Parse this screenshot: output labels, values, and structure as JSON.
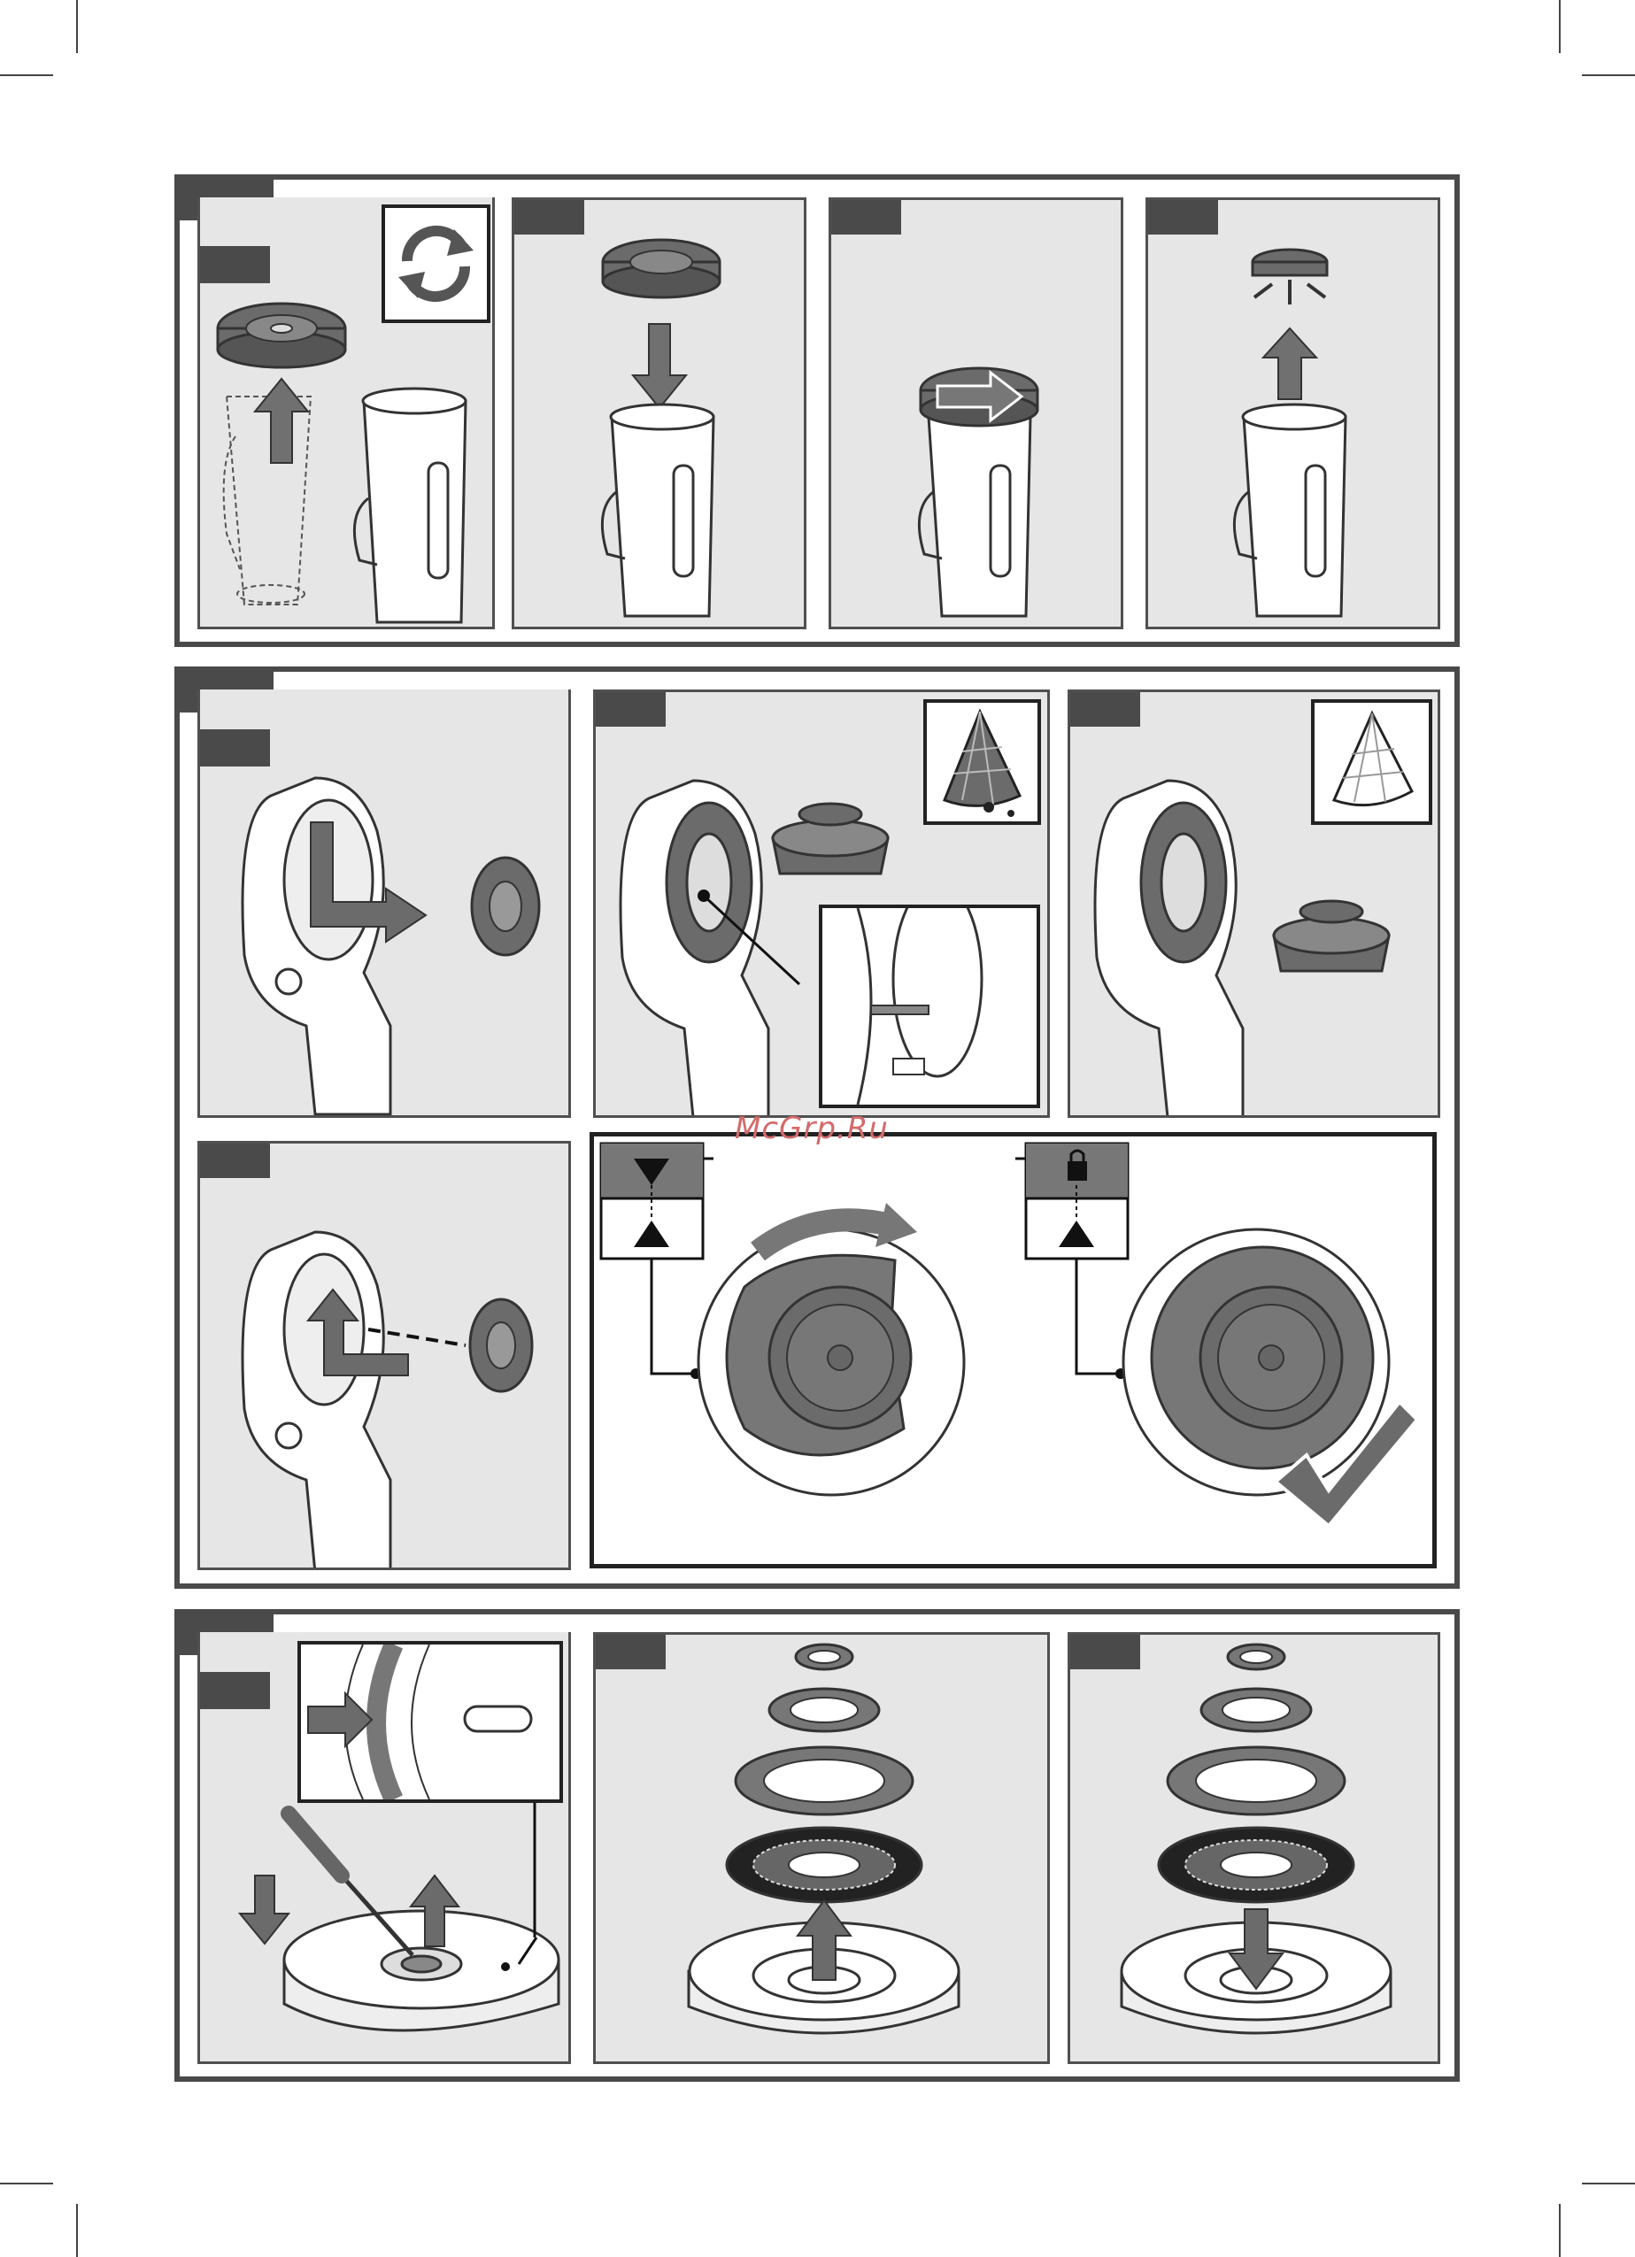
{
  "watermark": "McGrp.Ru",
  "colors": {
    "frame": "#4a4a4a",
    "panel_bg": "#e6e6e6",
    "part_gray": "#6b6b6b",
    "arrow_gray": "#707070",
    "watermark": "#d46a6a"
  },
  "sections": [
    {
      "id": "jug-blade-removal",
      "steps": [
        {
          "icon": "rotate-arrows-icon",
          "arrow": "up"
        },
        {
          "arrow": "down"
        },
        {
          "arrow": "right"
        },
        {
          "arrow": "up"
        }
      ]
    },
    {
      "id": "motor-unit-seal",
      "steps": [
        {
          "arrow": "out-right"
        },
        {
          "icon": "dirty-filter-icon"
        },
        {
          "icon": "clean-filter-icon"
        },
        {
          "arrow": "in-left"
        },
        {
          "icon": "unlock-triangle-icon"
        },
        {
          "icon": "lock-icon"
        },
        {
          "icon": "checkmark-icon"
        }
      ]
    },
    {
      "id": "lid-gasket",
      "steps": [
        {
          "icon": "screwdriver-icon",
          "arrow": "up"
        },
        {
          "arrow": "up"
        },
        {
          "arrow": "down"
        }
      ]
    }
  ]
}
